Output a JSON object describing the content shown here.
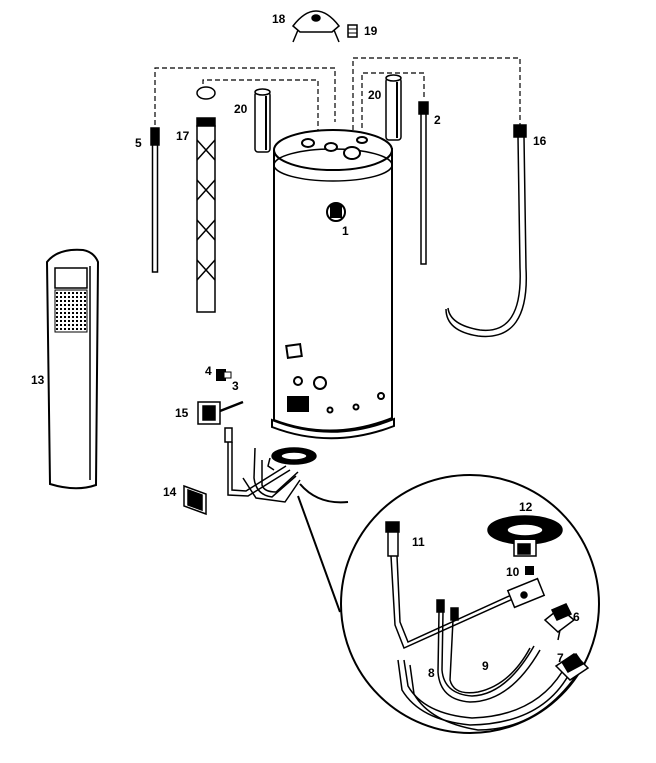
{
  "callouts": {
    "p1": "1",
    "p2": "2",
    "p3": "3",
    "p4": "4",
    "p5": "5",
    "p6": "6",
    "p7": "7",
    "p8": "8",
    "p9": "9",
    "p10": "10",
    "p11": "11",
    "p12": "12",
    "p13": "13",
    "p14": "14",
    "p15": "15",
    "p16": "16",
    "p17": "17",
    "p18": "18",
    "p19": "19",
    "p20a": "20",
    "p20b": "20"
  }
}
